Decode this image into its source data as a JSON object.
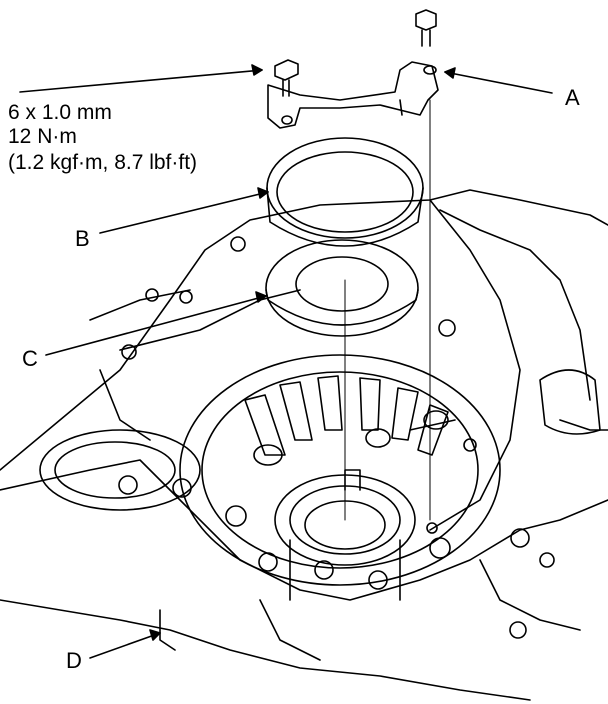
{
  "spec": {
    "size": "6 x 1.0 mm",
    "torque": "12 N·m",
    "torque_alt": "(1.2 kgf·m, 8.7 lbf·ft)"
  },
  "callouts": {
    "a": "A",
    "b": "B",
    "c": "C",
    "d": "D"
  },
  "colors": {
    "line": "#000000",
    "paper": "#ffffff"
  }
}
